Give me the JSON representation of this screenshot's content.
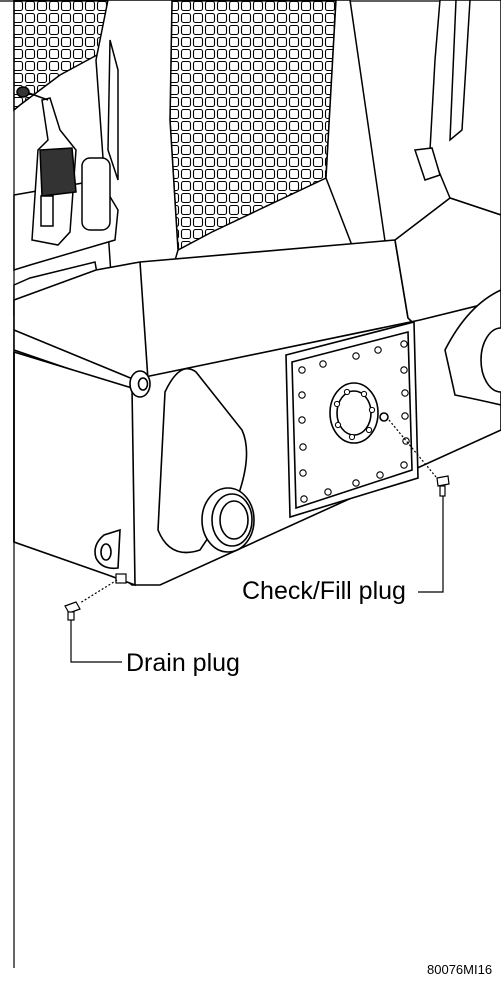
{
  "figure": {
    "callouts": {
      "check_fill_plug": "Check/Fill plug",
      "drain_plug": "Drain plug"
    },
    "figure_code": "80076MI16",
    "colors": {
      "ink": "#000000",
      "paper": "#ffffff",
      "screen_fill": "#ffffff",
      "grip_dark": "#333333"
    }
  }
}
